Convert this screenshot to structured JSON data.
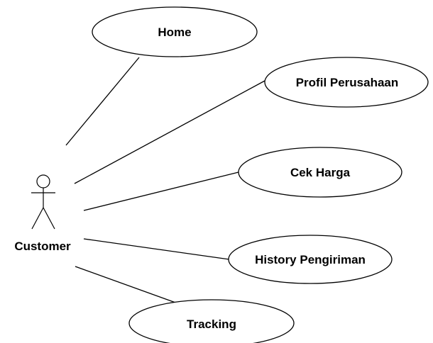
{
  "diagram": {
    "type": "use-case",
    "actor": {
      "label": "Customer",
      "icon": "stick-figure-icon"
    },
    "use_cases": [
      {
        "id": "home",
        "label": "Home"
      },
      {
        "id": "profil-perusahaan",
        "label": "Profil Perusahaan"
      },
      {
        "id": "cek-harga",
        "label": "Cek Harga"
      },
      {
        "id": "history-pengiriman",
        "label": "History Pengiriman"
      },
      {
        "id": "tracking",
        "label": "Tracking"
      }
    ],
    "associations": [
      {
        "from": "actor",
        "to": "home"
      },
      {
        "from": "actor",
        "to": "profil-perusahaan"
      },
      {
        "from": "actor",
        "to": "cek-harga"
      },
      {
        "from": "actor",
        "to": "history-pengiriman"
      },
      {
        "from": "actor",
        "to": "tracking"
      }
    ],
    "colors": {
      "stroke": "#000000",
      "fill": "#ffffff",
      "text": "#000000"
    }
  }
}
